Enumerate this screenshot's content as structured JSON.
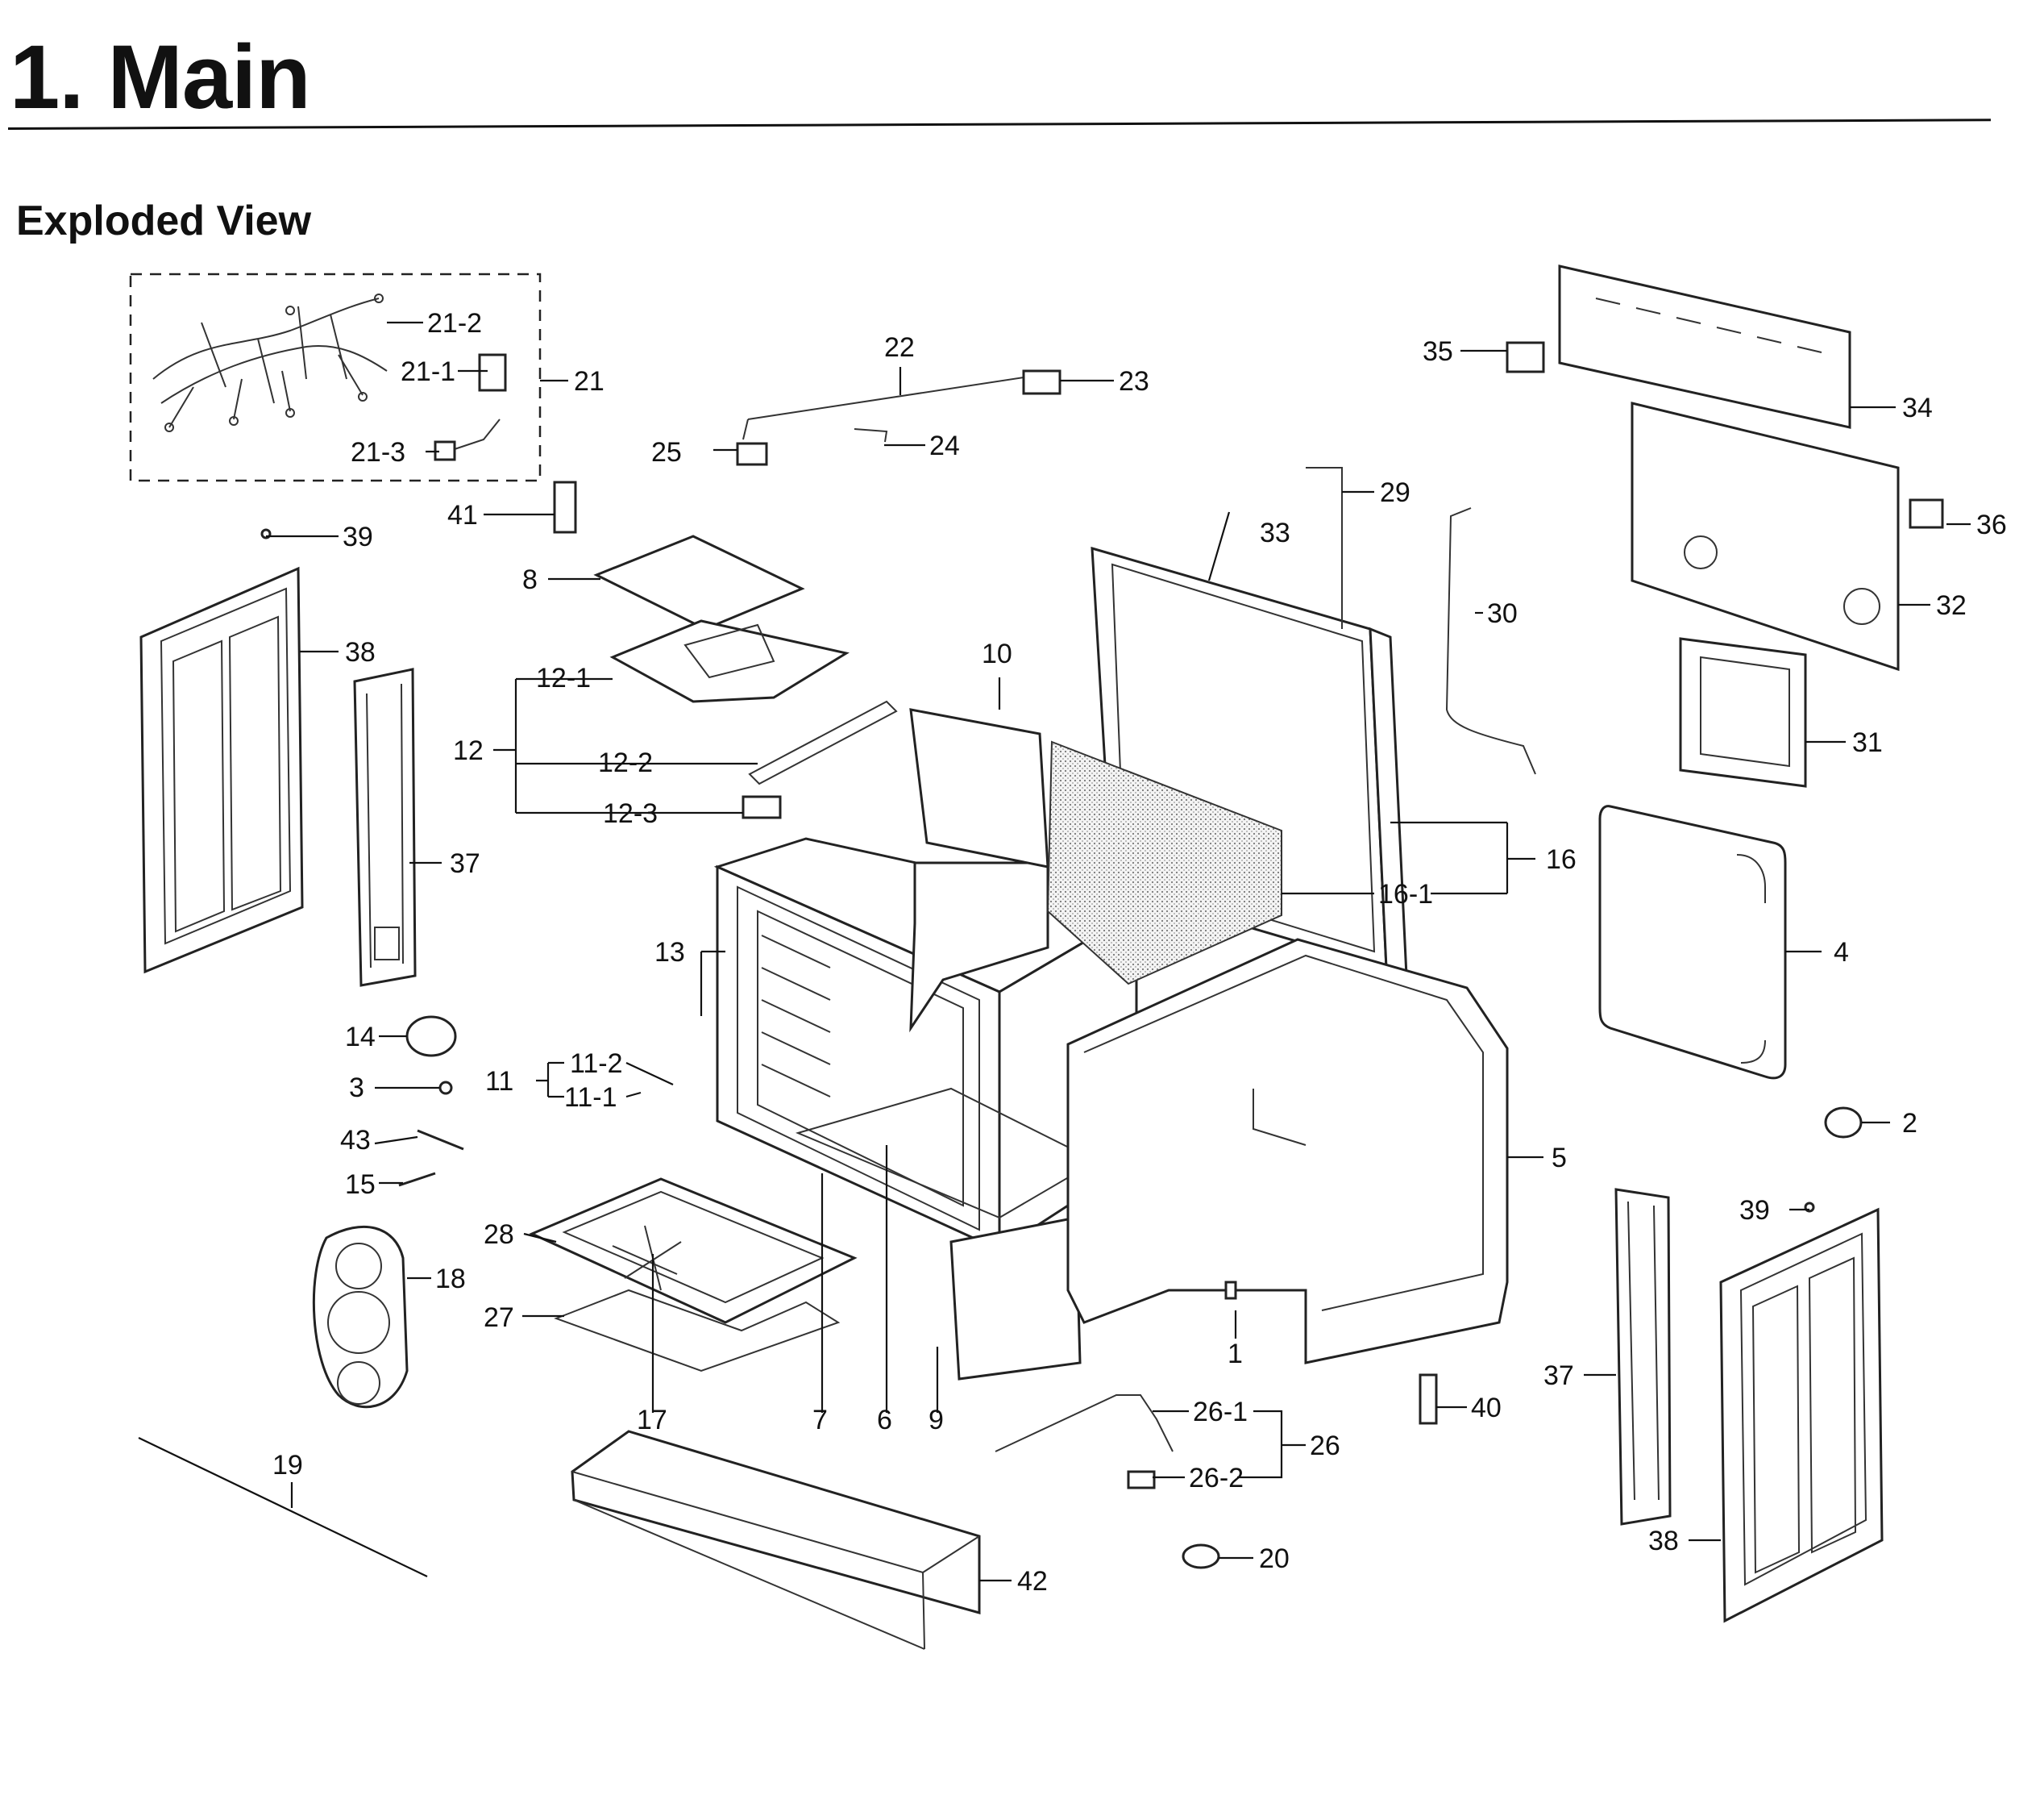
{
  "header": {
    "title": "1.  Main",
    "subtitle": "Exploded View"
  },
  "callouts": [
    {
      "id": "c21-2",
      "text": "21-2"
    },
    {
      "id": "c21-1",
      "text": "21-1"
    },
    {
      "id": "c21",
      "text": "21"
    },
    {
      "id": "c21-3",
      "text": "21-3"
    },
    {
      "id": "c22",
      "text": "22"
    },
    {
      "id": "c23",
      "text": "23"
    },
    {
      "id": "c24",
      "text": "24"
    },
    {
      "id": "c25",
      "text": "25"
    },
    {
      "id": "c41",
      "text": "41"
    },
    {
      "id": "c39a",
      "text": "39"
    },
    {
      "id": "c8",
      "text": "8"
    },
    {
      "id": "c38a",
      "text": "38"
    },
    {
      "id": "c12-1",
      "text": "12-1"
    },
    {
      "id": "c12",
      "text": "12"
    },
    {
      "id": "c12-2",
      "text": "12-2"
    },
    {
      "id": "c12-3",
      "text": "12-3"
    },
    {
      "id": "c37a",
      "text": "37"
    },
    {
      "id": "c10",
      "text": "10"
    },
    {
      "id": "c13",
      "text": "13"
    },
    {
      "id": "c14",
      "text": "14"
    },
    {
      "id": "c3",
      "text": "3"
    },
    {
      "id": "c11",
      "text": "11"
    },
    {
      "id": "c11-2",
      "text": "11-2"
    },
    {
      "id": "c11-1",
      "text": "11-1"
    },
    {
      "id": "c43",
      "text": "43"
    },
    {
      "id": "c15",
      "text": "15"
    },
    {
      "id": "c28",
      "text": "28"
    },
    {
      "id": "c18",
      "text": "18"
    },
    {
      "id": "c27",
      "text": "27"
    },
    {
      "id": "c17",
      "text": "17"
    },
    {
      "id": "c7",
      "text": "7"
    },
    {
      "id": "c6",
      "text": "6"
    },
    {
      "id": "c9",
      "text": "9"
    },
    {
      "id": "c19",
      "text": "19"
    },
    {
      "id": "c42",
      "text": "42"
    },
    {
      "id": "c33",
      "text": "33"
    },
    {
      "id": "c29",
      "text": "29"
    },
    {
      "id": "c30",
      "text": "30"
    },
    {
      "id": "c35",
      "text": "35"
    },
    {
      "id": "c34",
      "text": "34"
    },
    {
      "id": "c36",
      "text": "36"
    },
    {
      "id": "c32",
      "text": "32"
    },
    {
      "id": "c31",
      "text": "31"
    },
    {
      "id": "c16",
      "text": "16"
    },
    {
      "id": "c16-1",
      "text": "16-1"
    },
    {
      "id": "c4",
      "text": "4"
    },
    {
      "id": "c5",
      "text": "5"
    },
    {
      "id": "c2",
      "text": "2"
    },
    {
      "id": "c39b",
      "text": "39"
    },
    {
      "id": "c1",
      "text": "1"
    },
    {
      "id": "c26-1",
      "text": "26-1"
    },
    {
      "id": "c26",
      "text": "26"
    },
    {
      "id": "c26-2",
      "text": "26-2"
    },
    {
      "id": "c40",
      "text": "40"
    },
    {
      "id": "c37b",
      "text": "37"
    },
    {
      "id": "c38b",
      "text": "38"
    },
    {
      "id": "c20",
      "text": "20"
    }
  ]
}
